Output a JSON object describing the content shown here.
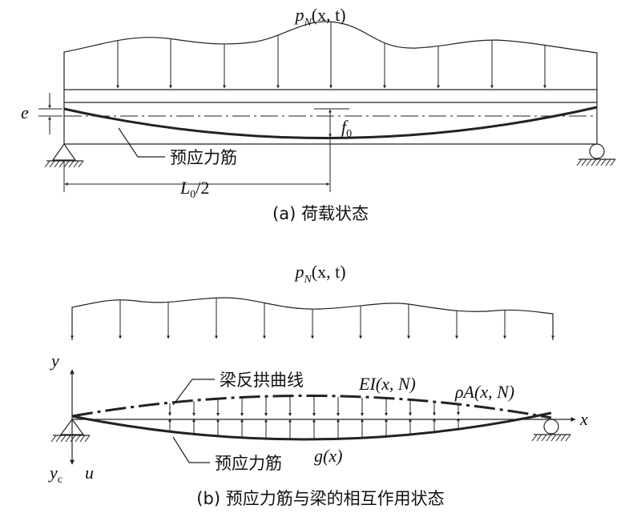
{
  "figure_a": {
    "load_label": "p",
    "load_sub": "N",
    "load_args": "(x, t)",
    "e_label": "e",
    "f_label": "f",
    "f_sub": "0",
    "tendon_label": "预应力筋",
    "span_label": "L",
    "span_sub": "0",
    "span_suffix": "/2",
    "caption": "(a) 荷载状态"
  },
  "figure_b": {
    "load_label": "p",
    "load_sub": "N",
    "load_args": "(x, t)",
    "y_label": "y",
    "yc_label": "y",
    "yc_sub": "c",
    "u_label": "u",
    "x_label": "x",
    "camber_label": "梁反拱曲线",
    "ei_label": "EI(x, N)",
    "rhoa_label": "ρA(x, N)",
    "tendon_label": "预应力筋",
    "g_label": "g(x)",
    "caption": "(b) 预应力筋与梁的相互作用状态"
  }
}
